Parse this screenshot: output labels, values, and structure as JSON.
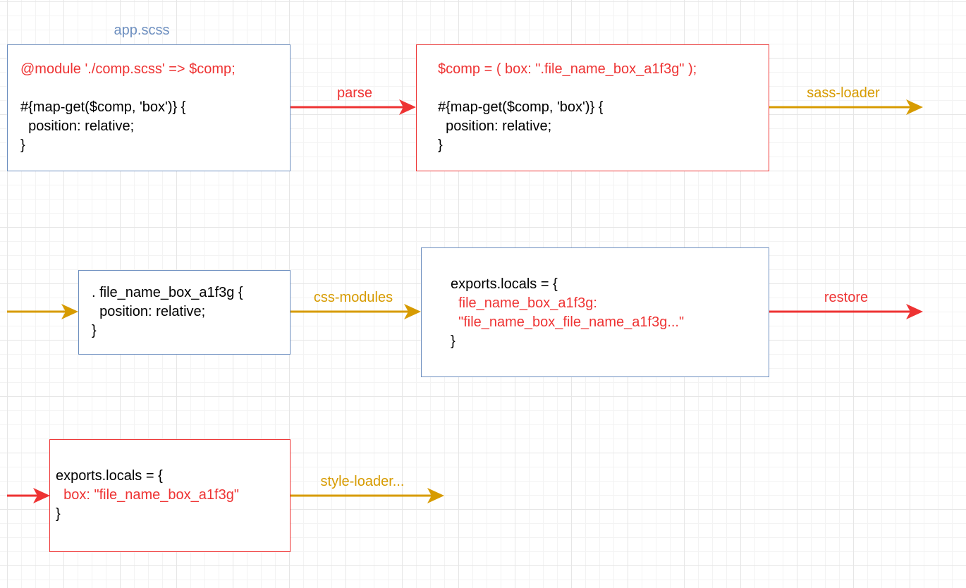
{
  "colors": {
    "blue": "#6c8ebf",
    "red": "#ee3333",
    "gold": "#d79b00",
    "black": "#000000"
  },
  "title": "app.scss",
  "boxes": {
    "app_scss": {
      "lines": [
        "@module './comp.scss' => $comp;",
        "",
        "#{map-get($comp, 'box')} {",
        "  position: relative;",
        "}"
      ]
    },
    "parsed": {
      "lines": [
        "$comp = ( box: \".file_name_box_a1f3g\" );",
        "",
        "#{map-get($comp, 'box')} {",
        "  position: relative;",
        "}"
      ]
    },
    "compiled_css": {
      "lines": [
        ". file_name_box_a1f3g {",
        "  position: relative;",
        "}"
      ]
    },
    "css_modules_exports": {
      "lines": [
        "exports.locals = {",
        "  file_name_box_a1f3g:",
        "  \"file_name_box_file_name_a1f3g...\"",
        "}"
      ]
    },
    "restored_exports": {
      "lines": [
        "exports.locals = {",
        "  box: \"file_name_box_a1f3g\"",
        "}"
      ]
    }
  },
  "edges": {
    "parse": "parse",
    "sass_loader": "sass-loader",
    "css_modules": "css-modules",
    "restore": "restore",
    "style_loader": "style-loader..."
  }
}
